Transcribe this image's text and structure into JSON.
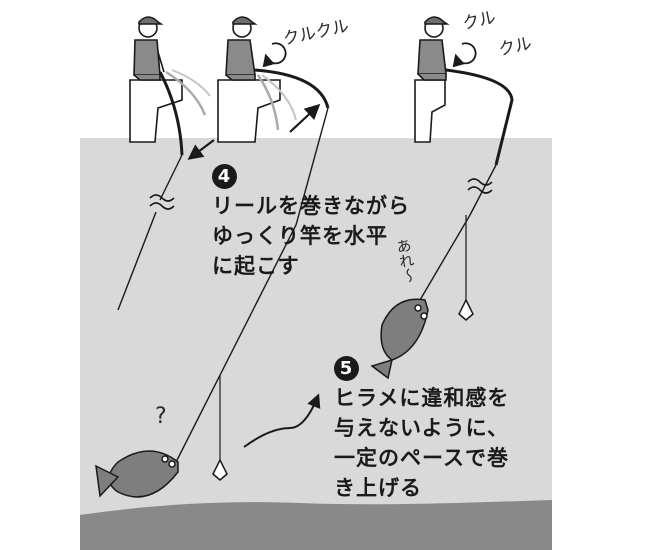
{
  "step4": {
    "number": "4",
    "lines": [
      "リールを巻きながら",
      "ゆっくり竿を水平",
      "に起こす"
    ]
  },
  "step5": {
    "number": "5",
    "lines": [
      "ヒラメに違和感を",
      "与えないように、",
      "一定のペースで巻",
      "き上げる"
    ]
  },
  "sfx": {
    "reel_middle": "クルクル",
    "reel_right_top": "クル",
    "reel_right_bottom": "クル"
  },
  "fish_thoughts": {
    "question": "?",
    "aware": "あれ〜"
  },
  "colors": {
    "water": "#d9d9d9",
    "seabed": "#898989",
    "line": "#1a1a1a",
    "caption_text": "#1a1a1a"
  },
  "icons": [
    "angler-figure",
    "pier-block",
    "fishing-rod",
    "rotation-arrow",
    "direction-arrow",
    "line-break-icon",
    "flatfish",
    "sinker"
  ]
}
